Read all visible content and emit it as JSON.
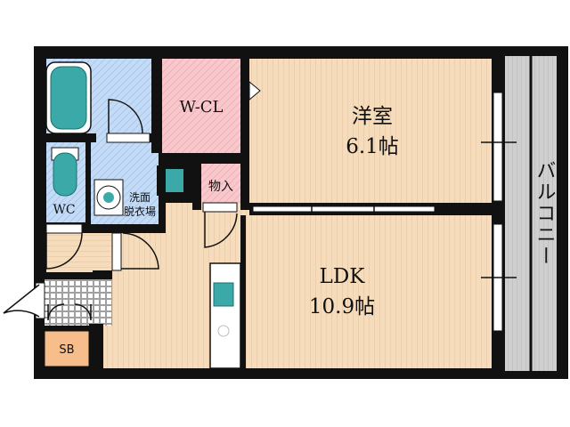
{
  "rooms": {
    "western": {
      "name": "洋室",
      "size": "6.1帖"
    },
    "ldk": {
      "name": "LDK",
      "size": "10.9帖"
    },
    "wcl": {
      "name": "W-CL"
    },
    "storage": {
      "name": "物入"
    },
    "wc": {
      "name": "WC"
    },
    "washroom": {
      "line1": "洗面",
      "line2": "脱衣場"
    },
    "sb": {
      "name": "SB"
    },
    "balcony": {
      "name": "バルコニー"
    }
  },
  "colors": {
    "wall": "#111111",
    "floor_wood": "#f4dcbd",
    "floor_grain": "#e3c298",
    "wcl_pink": "#f8c8cc",
    "wet_blue": "#b9d3f4",
    "sb_orange": "#f7be8c",
    "fixture_teal": "#3aa9a8",
    "balcony_gray": "#c9c9c9"
  }
}
